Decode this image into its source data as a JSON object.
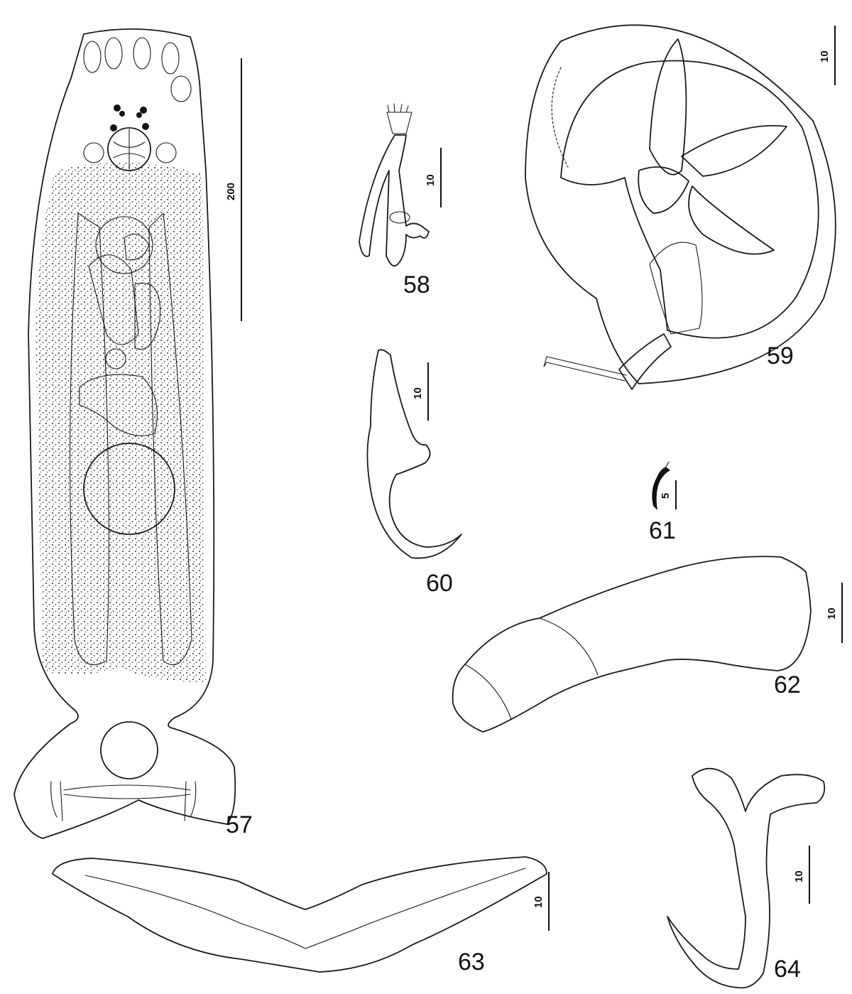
{
  "figure_labels": {
    "f57": "57",
    "f58": "58",
    "f59": "59",
    "f60": "60",
    "f61": "61",
    "f62": "62",
    "f63": "63",
    "f64": "64"
  },
  "scale_bars": {
    "s57": "200",
    "s58": "10",
    "s59": "10",
    "s60": "10",
    "s61": "5",
    "s62": "10",
    "s63": "10",
    "s64": "10"
  }
}
